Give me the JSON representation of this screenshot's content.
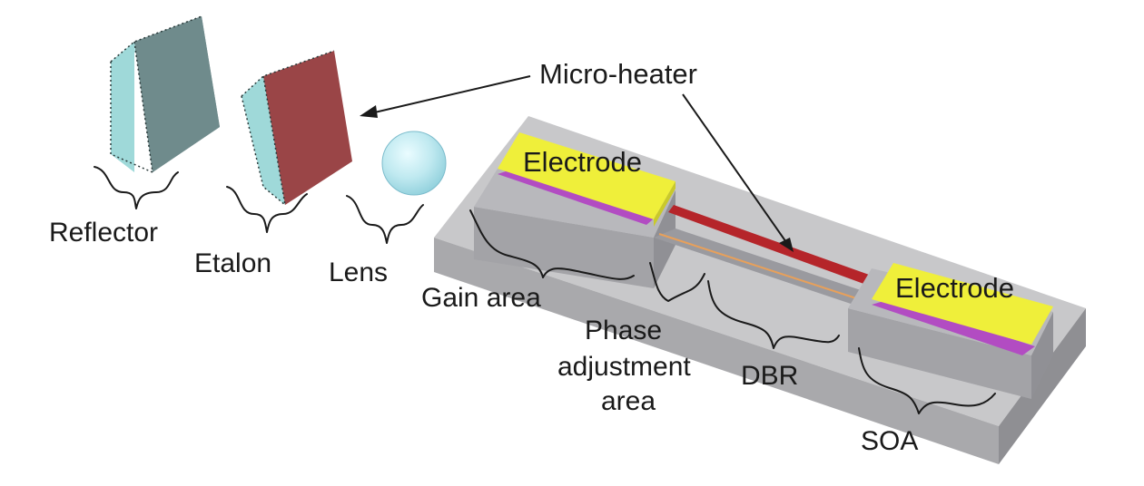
{
  "labels": {
    "reflector": "Reflector",
    "etalon": "Etalon",
    "lens": "Lens",
    "micro_heater": "Micro-heater",
    "electrode_left": "Electrode",
    "electrode_right": "Electrode",
    "gain_area": "Gain area",
    "phase_line1": "Phase",
    "phase_line2": "adjustment",
    "phase_line3": "area",
    "dbr": "DBR",
    "soa": "SOA"
  },
  "colors": {
    "reflector_side": "#9fd9d9",
    "reflector_face": "#6f8b8c",
    "etalon_face": "#9a4547",
    "lens": "#bfe9f0",
    "substrate_top": "#c8c8ca",
    "substrate_front": "#a9a9ac",
    "electrode": "#efef3a",
    "contact_layer": "#b24cc2",
    "micro_heater": "#b5252a",
    "waveguide": "#e8a05a"
  }
}
